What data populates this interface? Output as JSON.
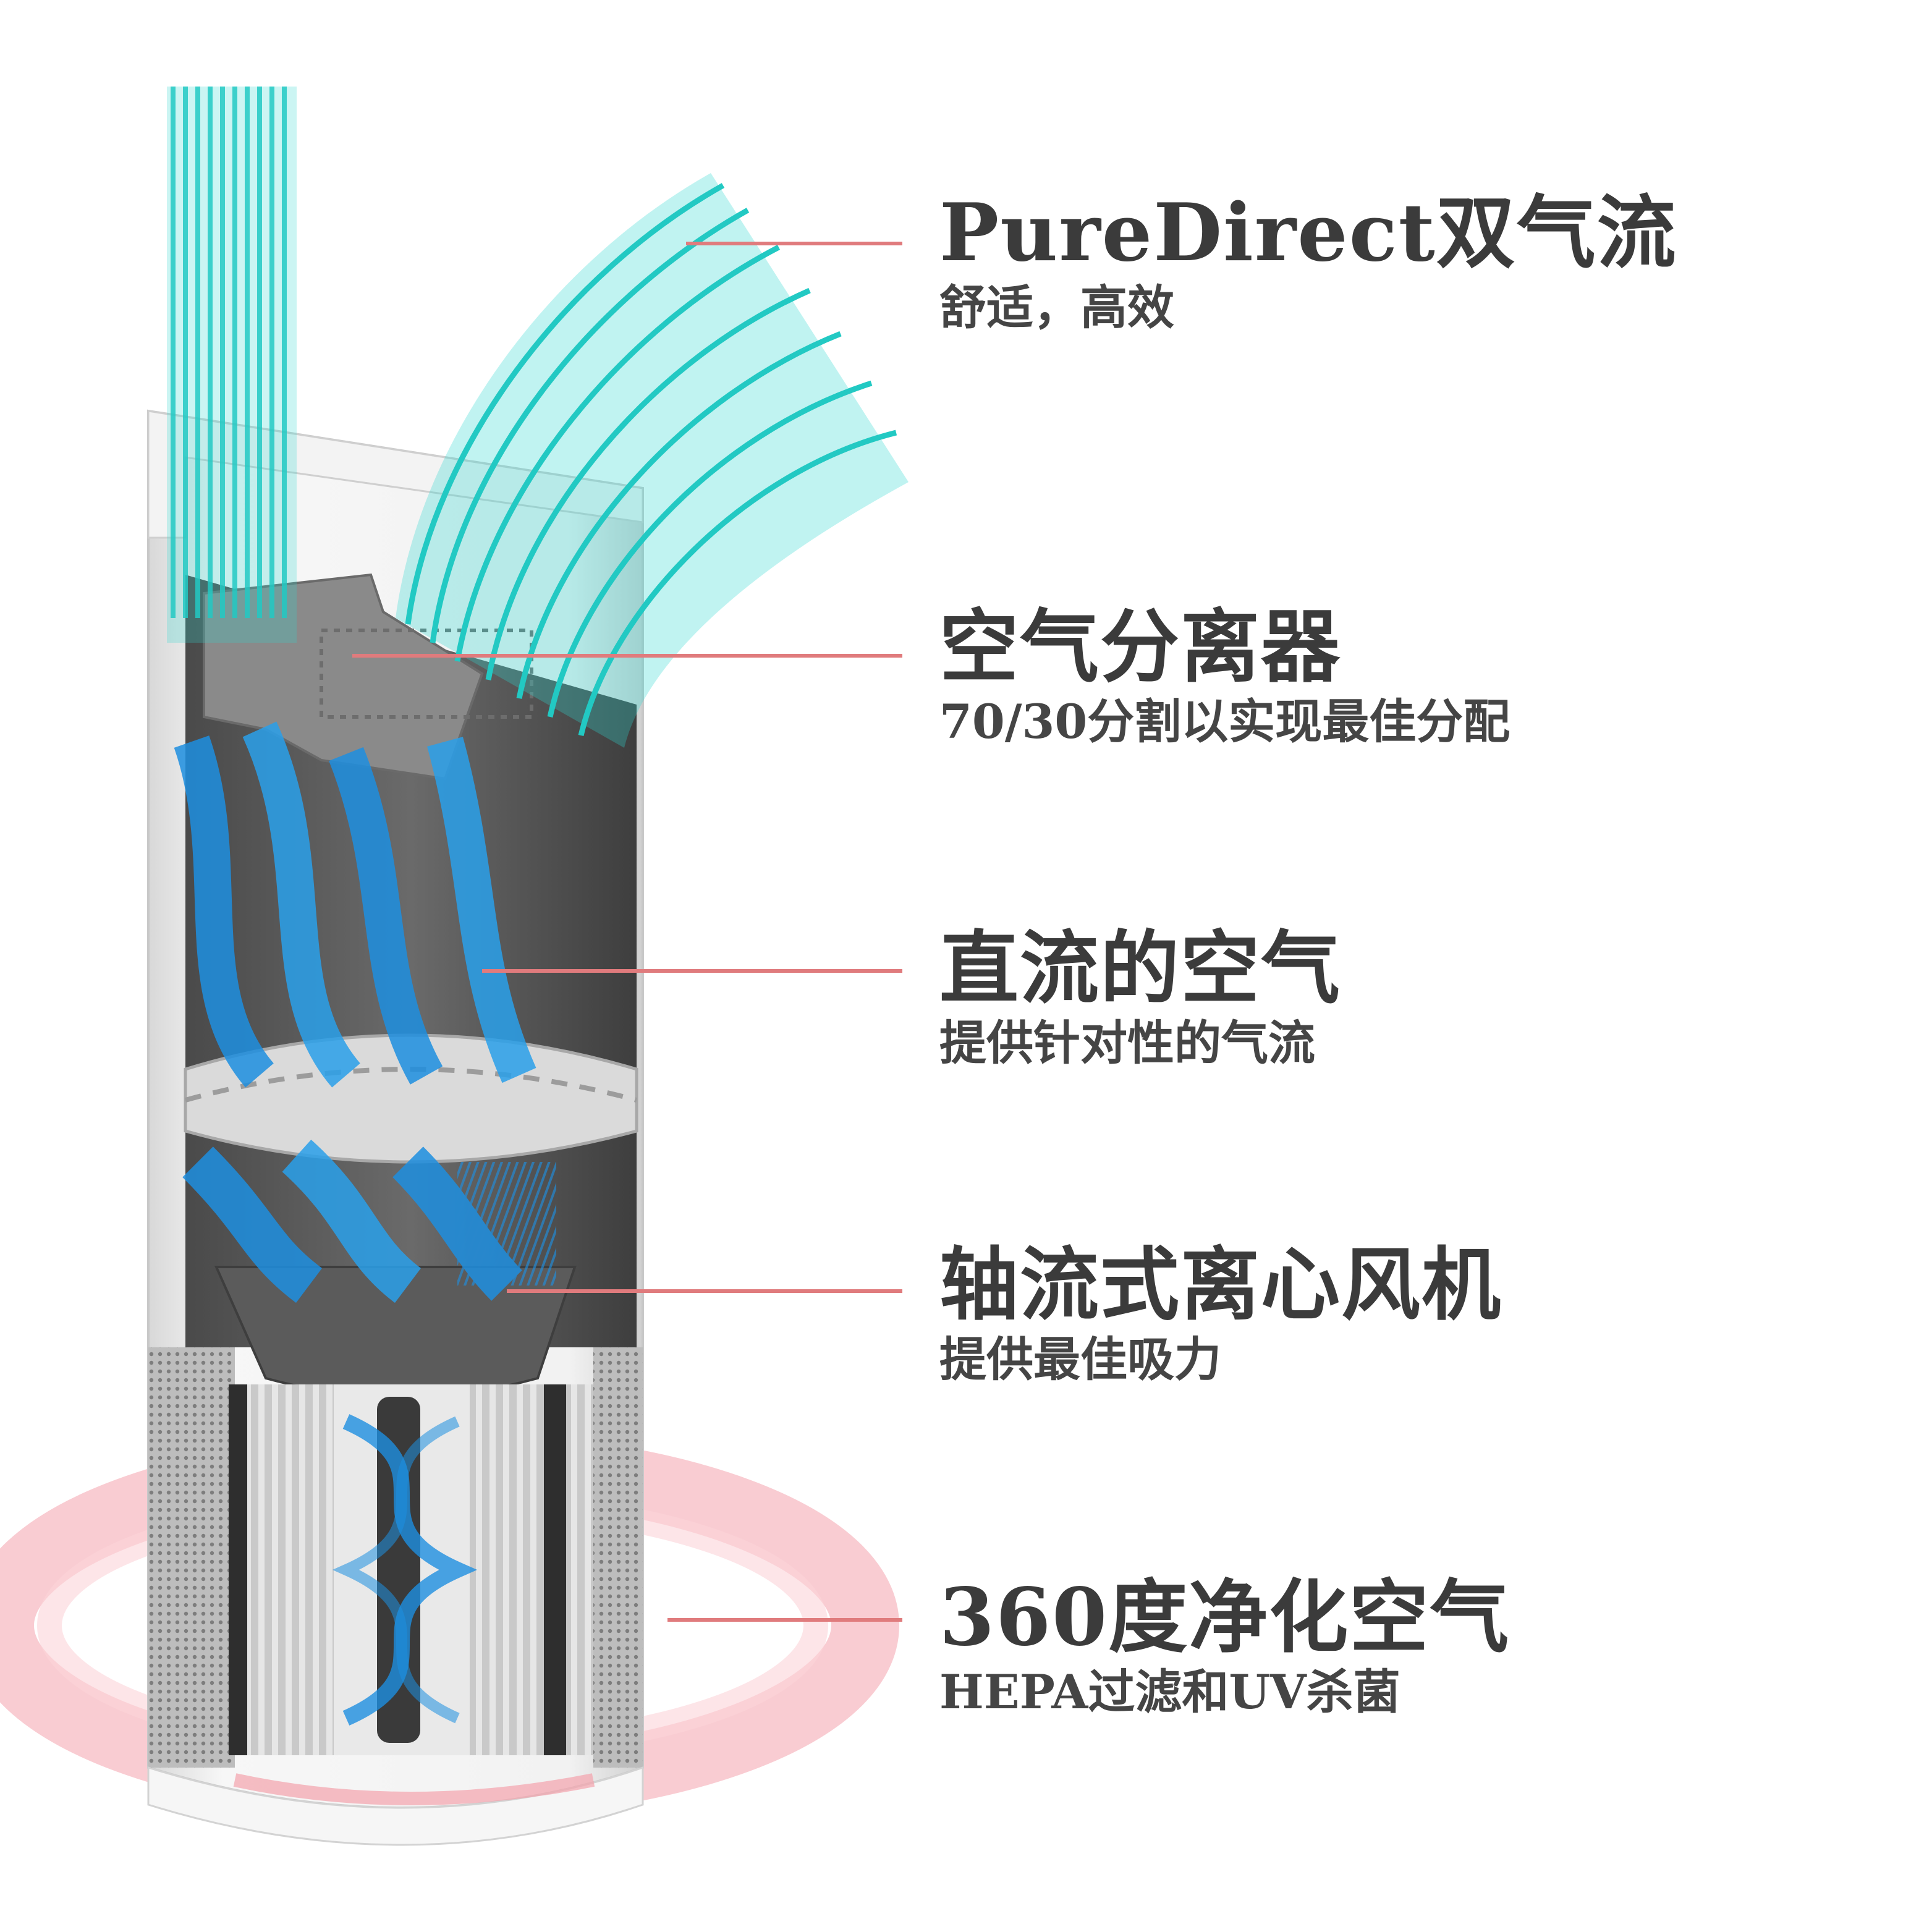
{
  "features": [
    {
      "title": "PureDirect双气流",
      "subtitle": "舒适，高效"
    },
    {
      "title": "空气分离器",
      "subtitle": "70/30分割以实现最佳分配"
    },
    {
      "title": "直流的空气",
      "subtitle": "提供针对性的气流"
    },
    {
      "title": "轴流式离心风机",
      "subtitle": "提供最佳吸力"
    },
    {
      "title": "360度净化空气",
      "subtitle": "HEPA过滤和UV杀菌"
    }
  ],
  "colors": {
    "airflow": "#2fd6d0",
    "airflow_inner": "#1e8fe0",
    "leader_line": "#e07b7d",
    "glow_ring": "#f5a6b0",
    "text": "#3b3b3b",
    "body": "#f4f4f4"
  }
}
